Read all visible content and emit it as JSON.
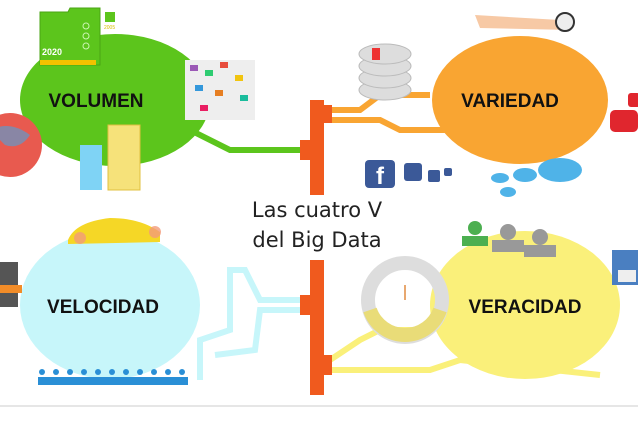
{
  "title": {
    "line1": "Las cuatro V",
    "line2": "del Big Data"
  },
  "quadrants": [
    {
      "label": "VOLUMEN",
      "color": "#5cc51c"
    },
    {
      "label": "VARIEDAD",
      "color": "#f9a532"
    },
    {
      "label": "VELOCIDAD",
      "color": "#c7f6fa"
    },
    {
      "label": "VERACIDAD",
      "color": "#faf07a"
    }
  ],
  "volume_icon": {
    "year_big": "2020",
    "year_small": "2005"
  },
  "connector_color": "#f05a1e"
}
